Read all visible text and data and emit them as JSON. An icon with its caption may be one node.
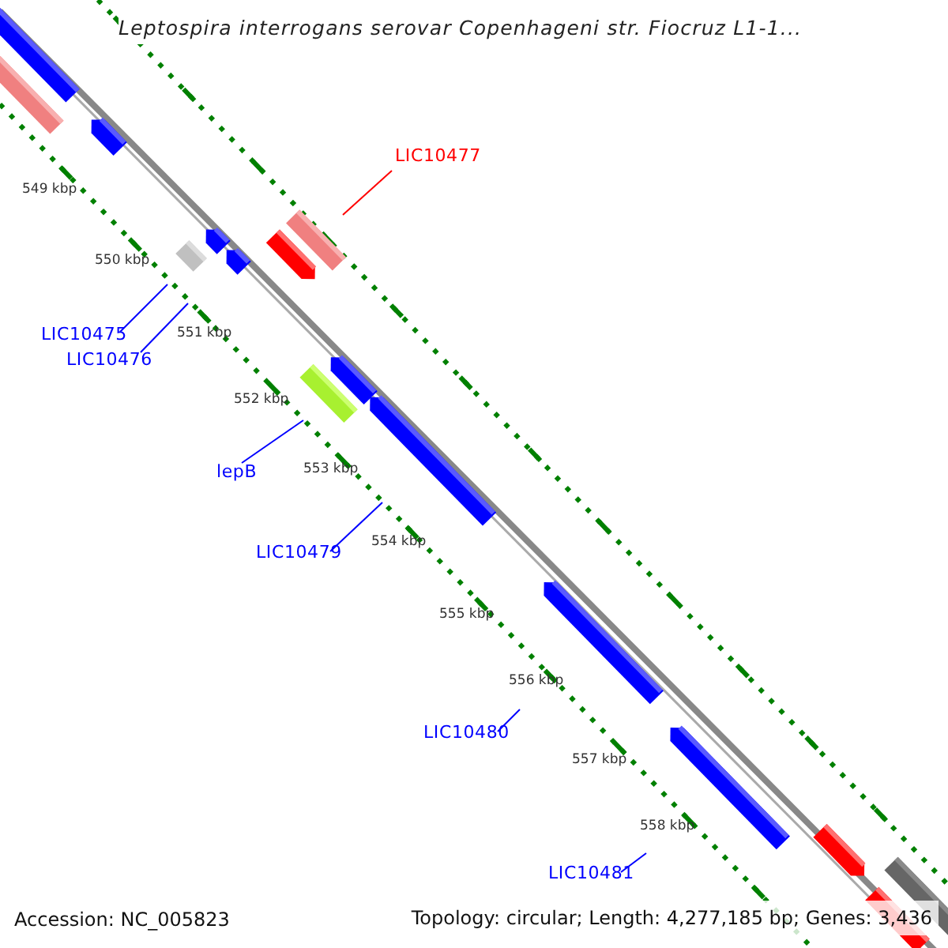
{
  "diagram": {
    "title": "Leptospira interrogans serovar Copenhageni str. Fiocruz L1-1...",
    "nodes": [
      {
        "text": [
          "LIC10477"
        ]
      },
      {
        "text": [
          "LIC10475"
        ]
      },
      {
        "text": [
          "LIC10476"
        ]
      },
      {
        "text": [
          "lepB"
        ]
      },
      {
        "text": [
          "LIC10479"
        ]
      },
      {
        "text": [
          "LIC10480"
        ]
      },
      {
        "text": [
          "LIC10481"
        ]
      }
    ],
    "edges": [
      {
        "from": 0,
        "to": null,
        "arrow": "none",
        "color": "#ff0000"
      },
      {
        "from": 1,
        "to": null,
        "arrow": "none"
      },
      {
        "from": 2,
        "to": null,
        "arrow": "none"
      },
      {
        "from": 3,
        "to": null,
        "arrow": "none"
      },
      {
        "from": 4,
        "to": null,
        "arrow": "none"
      },
      {
        "from": 5,
        "to": null,
        "arrow": "none"
      },
      {
        "from": 6,
        "to": null,
        "arrow": "none"
      }
    ],
    "labels": [
      "549 kbp",
      "550 kbp",
      "551 kbp",
      "552 kbp",
      "553 kbp",
      "554 kbp",
      "555 kbp",
      "556 kbp",
      "557 kbp",
      "558 kbp",
      "Accession: NC_005823",
      "Topology: circular; Length: 4,277,185 bp; Genes: 3,436"
    ]
  }
}
